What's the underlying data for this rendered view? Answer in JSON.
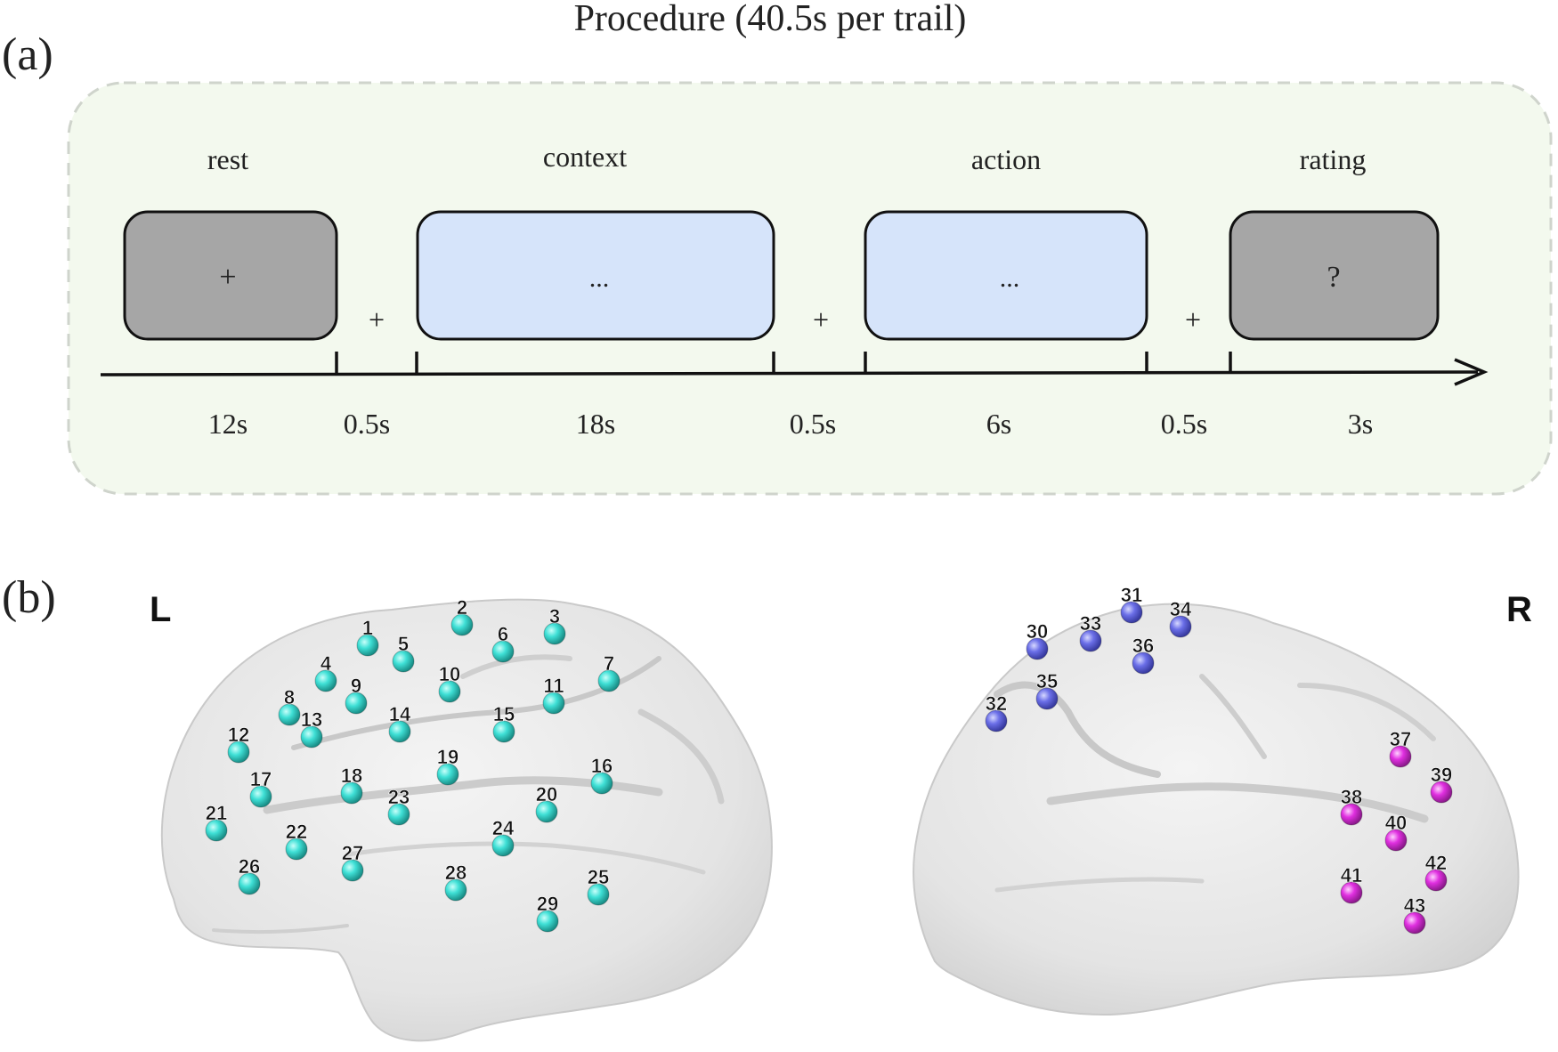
{
  "panel_a": {
    "label": "(a)",
    "title": "Procedure (40.5s per trail)",
    "stages": [
      {
        "name": "rest",
        "symbol": "+",
        "duration": "12s",
        "fill": "#a6a6a6"
      },
      {
        "name": "context",
        "symbol": "...",
        "duration": "18s",
        "fill": "#d6e4fa"
      },
      {
        "name": "action",
        "symbol": "...",
        "duration": "6s",
        "fill": "#d6e4fa"
      },
      {
        "name": "rating",
        "symbol": "?",
        "duration": "3s",
        "fill": "#a6a6a6"
      }
    ],
    "fixations": [
      {
        "symbol": "+",
        "duration": "0.5s"
      },
      {
        "symbol": "+",
        "duration": "0.5s"
      },
      {
        "symbol": "+",
        "duration": "0.5s"
      }
    ],
    "panel_fill": "#f3f9ee"
  },
  "panel_b": {
    "label": "(b)",
    "left_hemisphere_label": "L",
    "right_hemisphere_label": "R",
    "channel_colors": {
      "left": "#3fe0d6",
      "right_upper": "#6b6fe8",
      "right_lower": "#e02fe0"
    },
    "left_channels": [
      "1",
      "2",
      "3",
      "4",
      "5",
      "6",
      "7",
      "8",
      "9",
      "10",
      "11",
      "12",
      "13",
      "14",
      "15",
      "16",
      "17",
      "18",
      "19",
      "20",
      "21",
      "22",
      "23",
      "24",
      "25",
      "26",
      "27",
      "28",
      "29"
    ],
    "right_upper_channels": [
      "30",
      "31",
      "32",
      "33",
      "34",
      "35",
      "36"
    ],
    "right_lower_channels": [
      "37",
      "38",
      "39",
      "40",
      "41",
      "42",
      "43"
    ]
  }
}
